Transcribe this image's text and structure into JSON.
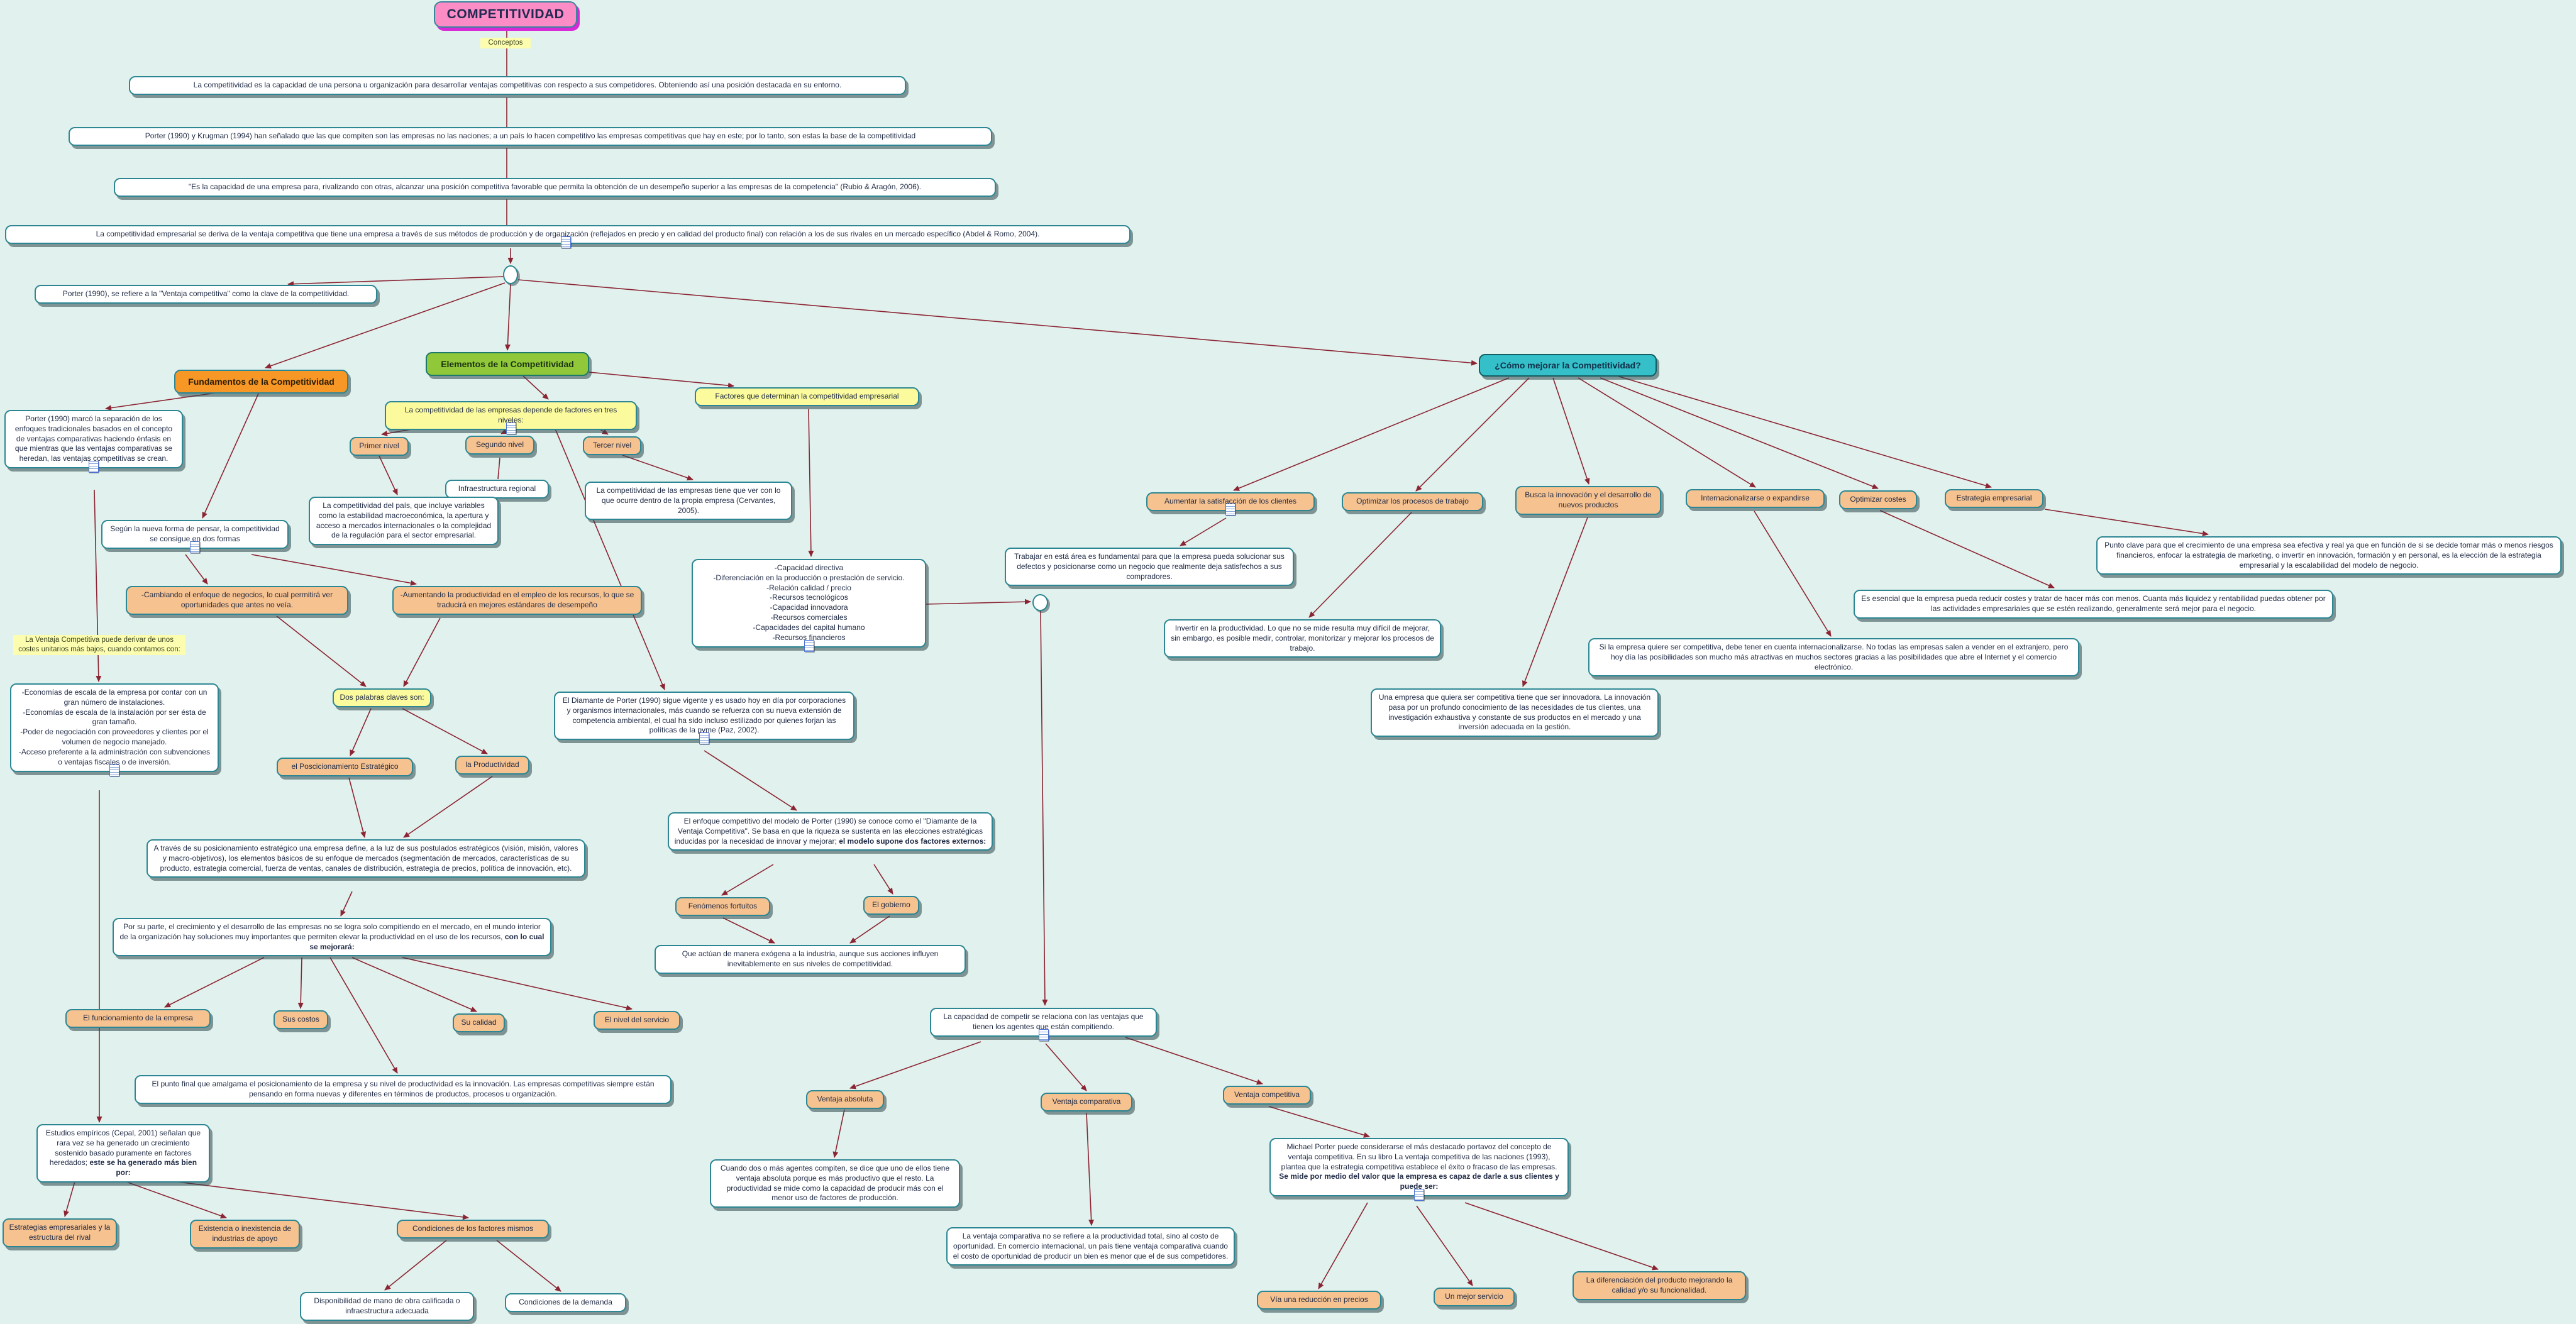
{
  "title": "COMPETITIVIDAD",
  "colors": {
    "background": "#e1f1ed",
    "concept_border": "#2c8693",
    "arrow": "#8b2433",
    "white_node": "#ffffff",
    "peach_node": "#f6c290",
    "yellow_node": "#fbfb9e",
    "label_highlight": "#fdfdb0",
    "green_header": "#90c83a",
    "orange_header": "#f79726",
    "teal_header": "#35bfc9",
    "pink_title": "#fb8cc6",
    "title_glow": "#d829d8",
    "text": "#1f2a44"
  },
  "nodes": {
    "title": {
      "label": "COMPETITIVIDAD"
    },
    "conceptos": {
      "label": "Conceptos"
    },
    "d1": {
      "label": "La competitividad es la capacidad de una persona u organización para desarrollar ventajas competitivas con respecto a sus competidores. Obteniendo así una posición destacada en su entorno."
    },
    "d2": {
      "label": "Porter (1990) y Krugman (1994) han señalado que las que compiten son las empresas no las naciones; a un país lo hacen competitivo las empresas competitivas que hay en este; por lo tanto, son estas la base de la competitividad"
    },
    "d3": {
      "label": "\"Es la capacidad de una empresa para, rivalizando con otras, alcanzar una posición competitiva favorable que permita la obtención de un desempeño superior a las empresas de la competencia\" (Rubio & Aragón, 2006)."
    },
    "d4": {
      "label": "La competitividad empresarial se deriva de la ventaja competitiva que tiene una empresa a través de sus métodos de producción y de organización (reflejados en precio y en calidad del producto final) con relación a los de sus rivales en un mercado específico (Abdel & Romo, 2004)."
    },
    "d5": {
      "label": "Porter (1990), se refiere a la \"Ventaja competitiva\" como la clave de la competitividad."
    },
    "hfund": {
      "label": "Fundamentos de la Competitividad"
    },
    "helem": {
      "label": "Elementos de la Competitividad"
    },
    "hmejorar": {
      "label": "¿Cómo mejorar la Competitividad?"
    },
    "yniveles": {
      "label": "La competitividad de las empresas depende de factores en tres niveles:"
    },
    "primer": {
      "label": "Primer nivel"
    },
    "segundo": {
      "label": "Segundo nivel"
    },
    "tercer": {
      "label": "Tercer nivel"
    },
    "infra": {
      "label": "Infraestructura regional"
    },
    "pais": {
      "label": "La competitividad del país, que incluye variables como la estabilidad macroeconómica, la apertura y acceso a mercados internacionales o la complejidad de la regulación para el sector empresarial."
    },
    "yfactores": {
      "label": "Factores que determinan la competitividad empresarial"
    },
    "cerv": {
      "label": "La competitividad de las empresas tiene que ver con lo que ocurre dentro de la propia empresa (Cervantes, 2005)."
    },
    "capdir": {
      "label": "-Capacidad directiva\n-Diferenciación en la producción o prestación de servicio.\n-Relación calidad / precio\n-Recursos tecnológicos\n-Capacidad innovadora\n-Recursos comerciales\n-Capacidades del capital humano\n-Recursos financieros"
    },
    "diam": {
      "label": "El Diamante de Porter (1990) sigue vigente y es usado hoy en día por corporaciones y organismos internacionales, más cuando se refuerza con su nueva extensión de competencia ambiental, el cual ha sido incluso estilizado por quienes forjan las políticas de la pyme (Paz, 2002)."
    },
    "f1": {
      "label": "Porter (1990) marcó la separación de los enfoques tradicionales basados en el concepto de ventajas comparativas haciendo énfasis en que mientras que las ventajas comparativas se heredan, las ventajas competitivas se crean."
    },
    "f2": {
      "label": "Según la nueva forma de pensar, la competitividad se consigue en dos formas"
    },
    "f3": {
      "label": "-Cambiando el enfoque de negocios, lo cual permitirá ver oportunidades que antes no veía."
    },
    "f4": {
      "label": "-Aumentando la productividad en el empleo de los recursos, lo que se traducirá en mejores estándares de desempeño"
    },
    "l2": {
      "label": "La Ventaja Competitiva puede derivar de unos costes unitarios más bajos, cuando contamos con:"
    },
    "f5": {
      "label": "-Economías de escala de la empresa por contar con un gran número de instalaciones.\n-Economías de escala de la instalación por ser ésta de gran tamaño.\n-Poder de negociación con proveedores y clientes por el volumen de negocio manejado.\n-Acceso preferente a la administración con subvenciones o ventajas fiscales o de inversión."
    },
    "dospal": {
      "label": "Dos palabras claves son:"
    },
    "posc": {
      "label": "el Poscicionamiento Estratégico"
    },
    "product": {
      "label": "la Productividad"
    },
    "atraves": {
      "label": "A través de su posicionamiento estratégico una empresa define, a la luz de sus postulados estratégicos (visión, misión, valores y macro-objetivos), los elementos básicos de su enfoque de mercados (segmentación de mercados, características de su producto, estrategia comercial, fuerza de ventas, canales de distribución, estrategia de precios, política de innovación, etc)."
    },
    "porsuparte": {
      "label": "Por su parte, el crecimiento y el desarrollo de las empresas no se logra solo compitiendo en el mercado, en el mundo interior de la organización hay soluciones muy importantes que permiten elevar la productividad en el uso de los recursos, ",
      "bold": "con lo cual se mejorará:"
    },
    "funcionamiento": {
      "label": "El funcionamiento de la empresa"
    },
    "suscostos": {
      "label": "Sus costos"
    },
    "sucalidad": {
      "label": "Su calidad"
    },
    "nivelserv": {
      "label": "El nivel del servicio"
    },
    "elpunto": {
      "label": "El punto final que amalgama el posicionamiento de la empresa y su nivel de productividad es la innovación. Las empresas competitivas siempre están pensando en forma nuevas y diferentes en términos de productos, procesos u organización."
    },
    "estudios": {
      "label": "Estudios empíricos (Cepal, 2001) señalan que rara vez se ha generado un crecimiento sostenido basado puramente en factores heredados; ",
      "bold": "este se ha generado más bien por:"
    },
    "estrategias": {
      "label": "Estrategias empresariales y la estructura del rival"
    },
    "existencia": {
      "label": "Existencia o inexistencia de industrias de apoyo"
    },
    "condfact": {
      "label": "Condiciones de los factores mismos"
    },
    "disponibilidad": {
      "label": "Disponibilidad de mano de obra calificada o infraestructura adecuada"
    },
    "conddemanda": {
      "label": "Condiciones de la demanda"
    },
    "enfoque": {
      "label": "El enfoque competitivo del modelo de Porter (1990) se conoce como el \"Diamante de la Ventaja Competitiva\". Se basa en que la riqueza se sustenta en las elecciones estratégicas inducidas por la necesidad de innovar y mejorar; ",
      "bold": "el modelo supone dos factores externos:"
    },
    "fenomenos": {
      "label": "Fenómenos fortuitos"
    },
    "gobierno": {
      "label": "El gobierno"
    },
    "exogena": {
      "label": "Que actúan de manera exógena a la industria, aunque sus acciones influyen inevitablemente en sus niveles de competitividad."
    },
    "capacidad": {
      "label": "La capacidad de competir se relaciona con las ventajas que tienen los agentes que están compitiendo."
    },
    "vabs": {
      "label": "Ventaja absoluta"
    },
    "vcomp": {
      "label": "Ventaja comparativa"
    },
    "vcompet": {
      "label": "Ventaja competitiva"
    },
    "cuando": {
      "label": "Cuando dos o más agentes compiten, se dice que uno de ellos tiene ventaja absoluta porque es más productivo que el resto. La productividad se mide como la capacidad de producir más con el menor uso de factores de producción."
    },
    "ventcomp": {
      "label": "La ventaja comparativa no se refiere a la productividad total, sino al costo de oportunidad. En comercio internacional, un país tiene ventaja comparativa cuando el costo de oportunidad de producir un bien es menor que el de sus competidores."
    },
    "porter93": {
      "label": "Michael Porter puede considerarse el más destacado portavoz del concepto de ventaja competitiva. En su libro La ventaja competitiva de las naciones (1993), plantea que la estrategia competitiva establece el éxito o fracaso de las empresas. ",
      "bold": "Se mide por medio del valor que la empresa es capaz de darle a sus clientes y puede ser:"
    },
    "viared": {
      "label": "Vía una reducción en precios"
    },
    "mejorserv": {
      "label": "Un mejor servicio"
    },
    "difprod": {
      "label": "La diferenciación del producto mejorando la calidad y/o su funcionalidad."
    },
    "aumentarsat": {
      "label": "Aumentar la satisfacción de los clientes"
    },
    "optproc": {
      "label": "Optimizar los procesos de trabajo"
    },
    "buscainn": {
      "label": "Busca la innovación y el desarrollo de nuevos productos"
    },
    "internac": {
      "label": "Internacionalizarse o expandirse"
    },
    "optcostes": {
      "label": "Optimizar costes"
    },
    "estratemp": {
      "label": "Estrategia empresarial"
    },
    "trabajar": {
      "label": "Trabajar en está área es fundamental para que la empresa pueda solucionar sus defectos y posicionarse como un negocio que realmente  deja satisfechos a sus compradores."
    },
    "invertir": {
      "label": "Invertir en la productividad. Lo que no se mide resulta muy difícil de mejorar, sin embargo, es posible medir, controlar, monitorizar y mejorar los procesos de trabajo."
    },
    "unaempresa": {
      "label": "Una empresa que quiera ser competitiva tiene que ser innovadora. La innovación pasa por un profundo conocimiento de las necesidades de tus clientes, una investigación exhaustiva y constante de sus productos en el mercado y una inversión adecuada en la gestión."
    },
    "silaempresa": {
      "label": "Si la empresa quiere ser competitiva, debe tener en cuenta internacionalizarse. No todas las empresas salen a vender en el extranjero, pero hoy día las posibilidades son mucho más atractivas en muchos sectores gracias a las posibilidades que abre el  Internet y el comercio electrónico."
    },
    "esencial": {
      "label": "Es esencial que la empresa pueda reducir costes y tratar de hacer más con menos. Cuanta más liquidez y rentabilidad puedas obtener por las actividades empresariales que se estén realizando, generalmente será  mejor para el negocio."
    },
    "puntoclave": {
      "label": "Punto clave para que el crecimiento de una empresa sea efectiva y real ya que en función de si se decide tomar más o menos riesgos financieros, enfocar la estrategia de marketing, o invertir en innovación, formación y en personal, es la elección de la estrategia empresarial y la escalabilidad del modelo de negocio."
    }
  }
}
